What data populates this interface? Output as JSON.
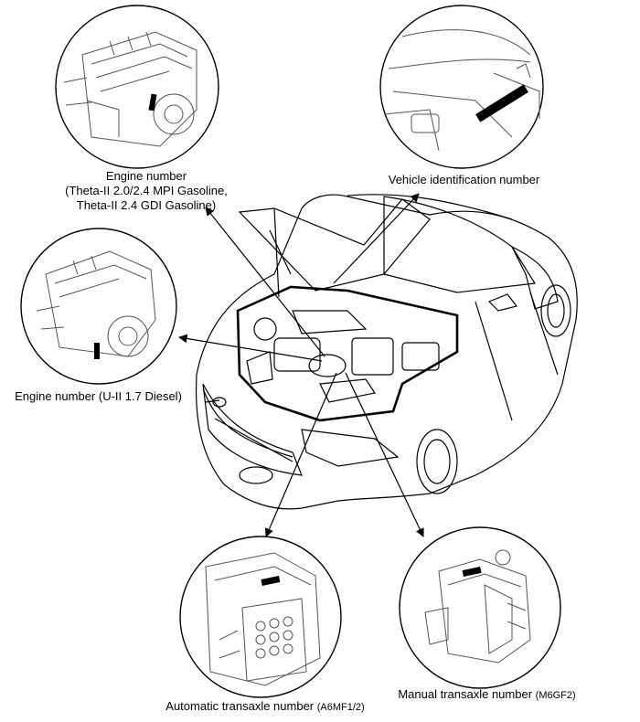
{
  "labels": {
    "engine_gasoline": {
      "line1": "Engine number",
      "line2": "(Theta-II 2.0/2.4 MPI Gasoline,",
      "line3": "Theta-II 2.4 GDI Gasoline)"
    },
    "vin": "Vehicle identification number",
    "engine_diesel": "Engine number (U-II 1.7 Diesel)",
    "automatic": {
      "text": "Automatic transaxle number ",
      "code": "(A6MF1/2)"
    },
    "manual": {
      "text": "Manual transaxle number ",
      "code": "(M6GF2)"
    }
  },
  "colors": {
    "line": "#000000",
    "fill": "#ffffff",
    "detail": "#555555",
    "marker": "#000000"
  }
}
